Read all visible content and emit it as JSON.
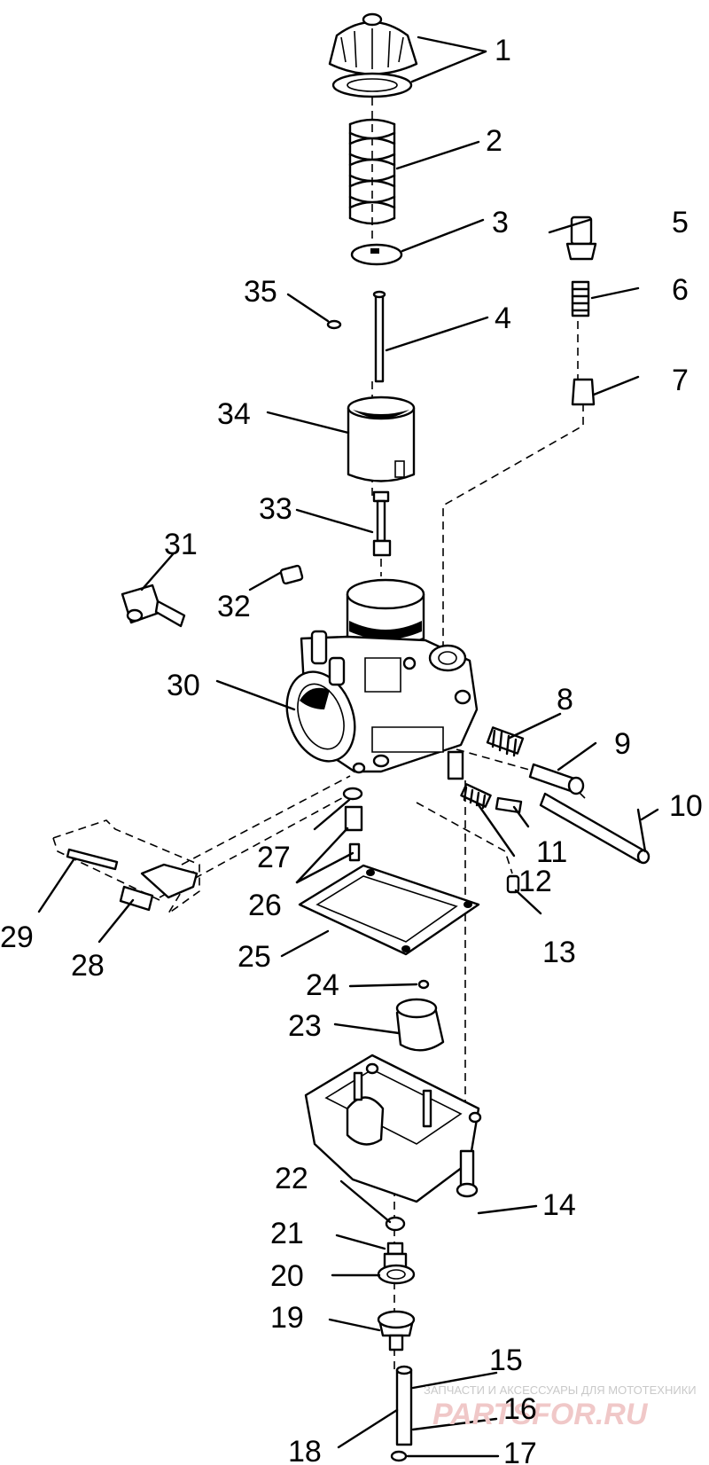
{
  "callouts": [
    {
      "id": "c1",
      "text": "1"
    },
    {
      "id": "c2",
      "text": "2"
    },
    {
      "id": "c3",
      "text": "3"
    },
    {
      "id": "c4",
      "text": "4"
    },
    {
      "id": "c5",
      "text": "5"
    },
    {
      "id": "c6",
      "text": "6"
    },
    {
      "id": "c7",
      "text": "7"
    },
    {
      "id": "c8",
      "text": "8"
    },
    {
      "id": "c9",
      "text": "9"
    },
    {
      "id": "c10",
      "text": "10"
    },
    {
      "id": "c11",
      "text": "11"
    },
    {
      "id": "c12",
      "text": "12"
    },
    {
      "id": "c13",
      "text": "13"
    },
    {
      "id": "c14",
      "text": "14"
    },
    {
      "id": "c15",
      "text": "15"
    },
    {
      "id": "c16",
      "text": "16"
    },
    {
      "id": "c17",
      "text": "17"
    },
    {
      "id": "c18",
      "text": "18"
    },
    {
      "id": "c19",
      "text": "19"
    },
    {
      "id": "c20",
      "text": "20"
    },
    {
      "id": "c21",
      "text": "21"
    },
    {
      "id": "c22",
      "text": "22"
    },
    {
      "id": "c23",
      "text": "23"
    },
    {
      "id": "c24",
      "text": "24"
    },
    {
      "id": "c25",
      "text": "25"
    },
    {
      "id": "c26",
      "text": "26"
    },
    {
      "id": "c27",
      "text": "27"
    },
    {
      "id": "c28",
      "text": "28"
    },
    {
      "id": "c29",
      "text": "29"
    },
    {
      "id": "c30",
      "text": "30"
    },
    {
      "id": "c31",
      "text": "31"
    },
    {
      "id": "c32",
      "text": "32"
    },
    {
      "id": "c33",
      "text": "33"
    },
    {
      "id": "c34",
      "text": "34"
    },
    {
      "id": "c35",
      "text": "35"
    }
  ],
  "watermark": {
    "tagline": "ЗАПЧАСТИ И АКСЕССУАРЫ ДЛЯ МОТОТЕХНИКИ",
    "brand": "PARTSFOR.RU"
  }
}
